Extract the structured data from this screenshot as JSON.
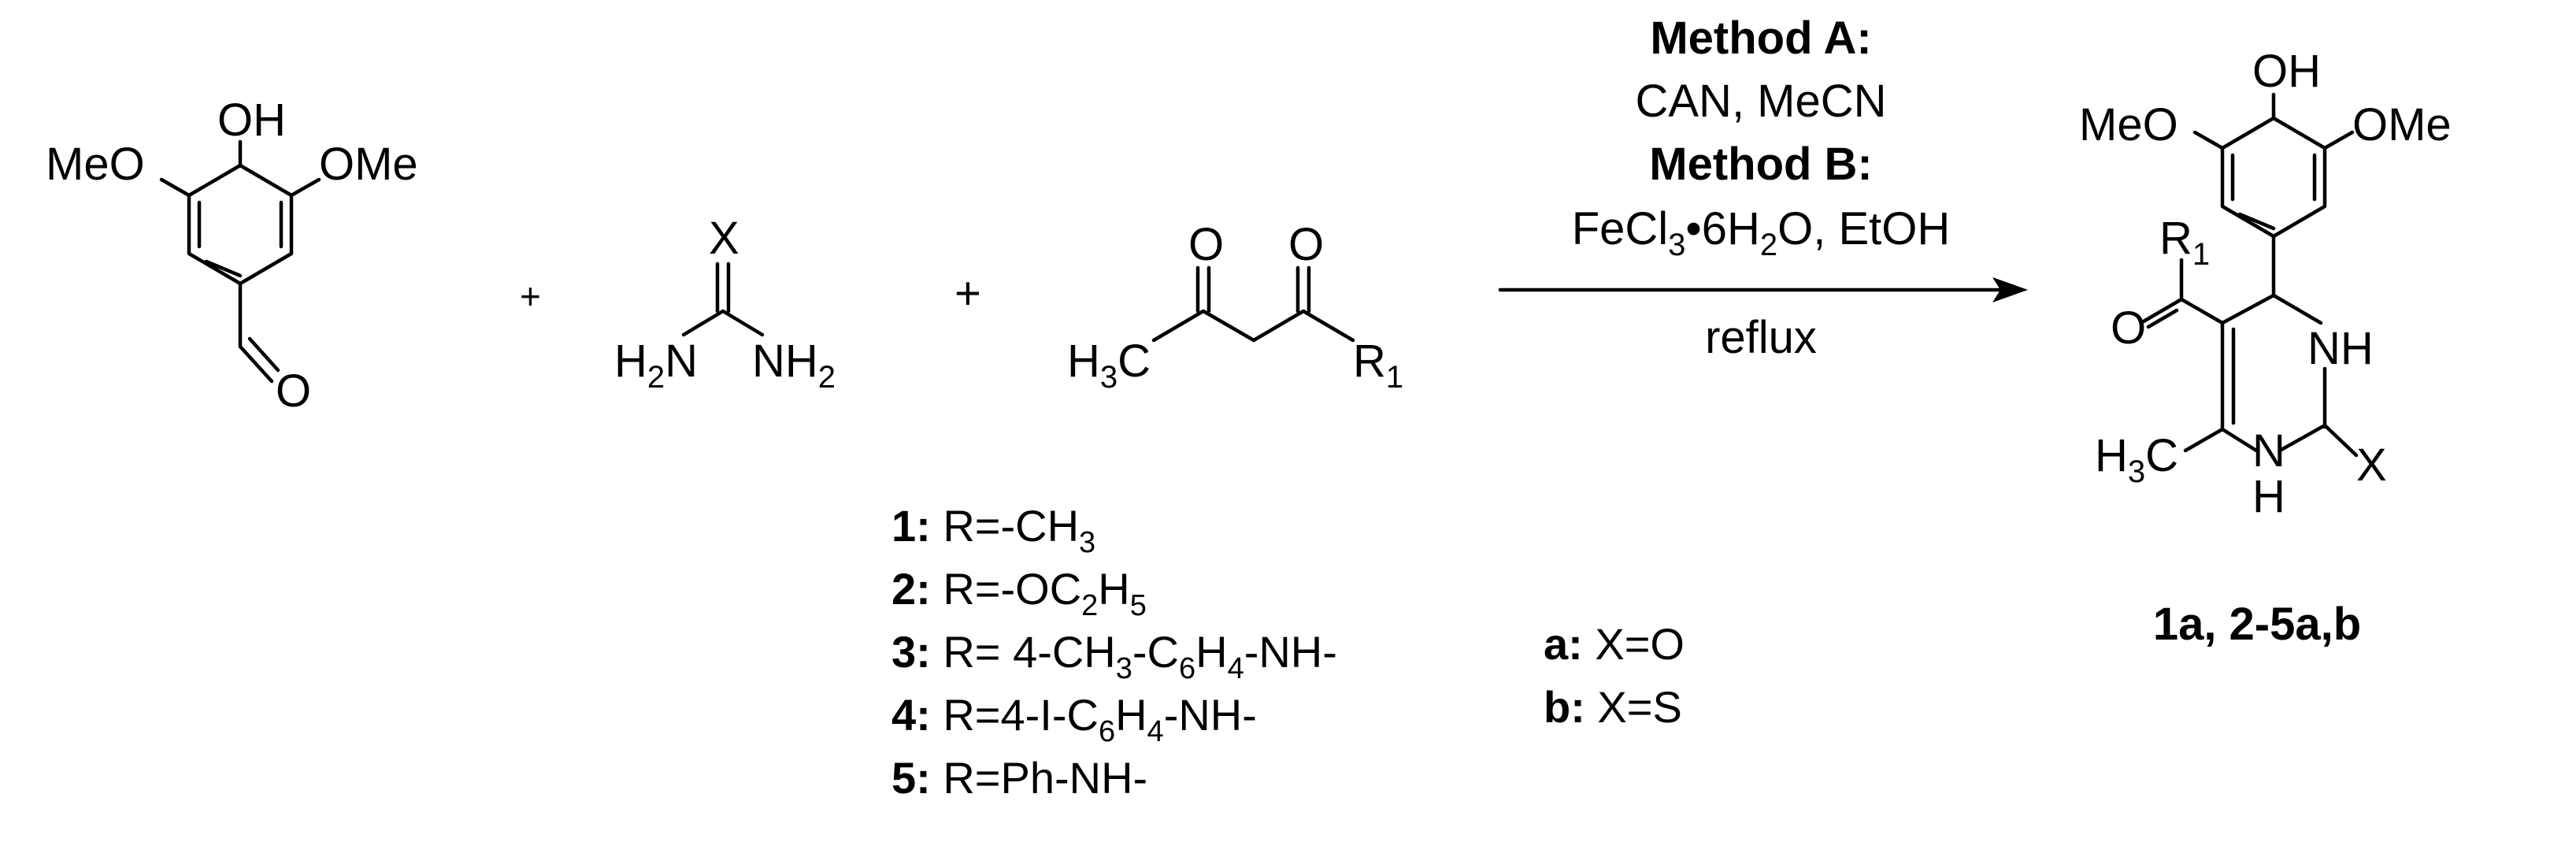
{
  "reactant_aldehyde": {
    "oh": "OH",
    "meo": "MeO",
    "ome": "OMe",
    "o": "O"
  },
  "plus": "+",
  "reactant_urea": {
    "x": "X",
    "h2n": "H",
    "nh2": "NH"
  },
  "reactant_ketone": {
    "o1": "O",
    "o2": "O",
    "h3c": "H",
    "r1": "R"
  },
  "conditions": {
    "method_a": "Method A:",
    "line_a": "CAN, MeCN",
    "method_b": "Method B:",
    "line_b": "FeCl",
    "reflux": "reflux"
  },
  "product": {
    "oh": "OH",
    "meo": "MeO",
    "ome": "OMe",
    "r1": "R",
    "o": "O",
    "nh_top": "NH",
    "nh_bottom_n": "N",
    "nh_bottom_h": "H",
    "h3c": "H",
    "x": "X",
    "label": "1a, 2-5a,b"
  },
  "r_legend": [
    {
      "num": "1:",
      "text": "R=-CH3"
    },
    {
      "num": "2:",
      "text": "R=-OC2H5"
    },
    {
      "num": "3:",
      "text": "R= 4-CH3-C6H4-NH-"
    },
    {
      "num": "4:",
      "text": "R=4-I-C6H4-NH-"
    },
    {
      "num": "5:",
      "text": "R=Ph-NH-"
    }
  ],
  "x_legend": [
    {
      "key": "a:",
      "text": "X=O"
    },
    {
      "key": "b:",
      "text": "X=S"
    }
  ]
}
